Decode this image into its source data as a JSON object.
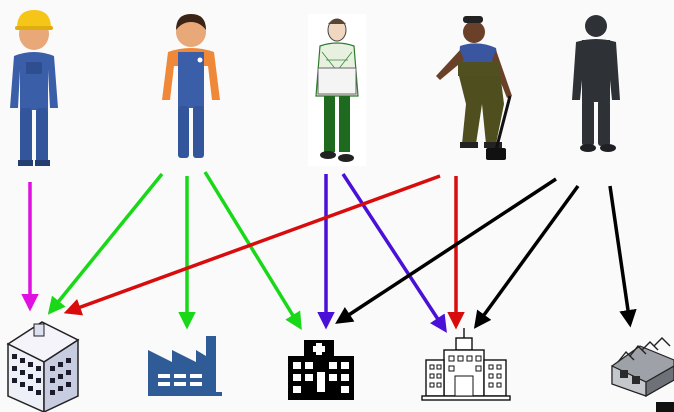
{
  "workers": [
    {
      "id": "w1",
      "icon": "construction-worker-hardhat-icon"
    },
    {
      "id": "w2",
      "icon": "worker-overalls-icon"
    },
    {
      "id": "w3",
      "icon": "engineer-with-plans-icon"
    },
    {
      "id": "w4",
      "icon": "laborer-with-sledgehammer-icon"
    },
    {
      "id": "w5",
      "icon": "person-silhouette-icon"
    }
  ],
  "workplaces": [
    {
      "id": "p1",
      "icon": "office-building-icon"
    },
    {
      "id": "p2",
      "icon": "factory-icon"
    },
    {
      "id": "p3",
      "icon": "hospital-icon"
    },
    {
      "id": "p4",
      "icon": "city-building-icon"
    },
    {
      "id": "p5",
      "icon": "warehouse-icon"
    }
  ],
  "connections": [
    {
      "from": "w1",
      "to": "p1",
      "color": "#e010e0"
    },
    {
      "from": "w2",
      "to": "p1",
      "color": "#18d818"
    },
    {
      "from": "w2",
      "to": "p2",
      "color": "#18d818"
    },
    {
      "from": "w2",
      "to": "p3",
      "color": "#18d818"
    },
    {
      "from": "w3",
      "to": "p3",
      "color": "#4a10d8"
    },
    {
      "from": "w3",
      "to": "p4",
      "color": "#4a10d8"
    },
    {
      "from": "w4",
      "to": "p1",
      "color": "#d80c0c"
    },
    {
      "from": "w4",
      "to": "p4",
      "color": "#d80c0c"
    },
    {
      "from": "w5",
      "to": "p3",
      "color": "#000000"
    },
    {
      "from": "w5",
      "to": "p4",
      "color": "#000000"
    },
    {
      "from": "w5",
      "to": "p5",
      "color": "#000000"
    }
  ]
}
